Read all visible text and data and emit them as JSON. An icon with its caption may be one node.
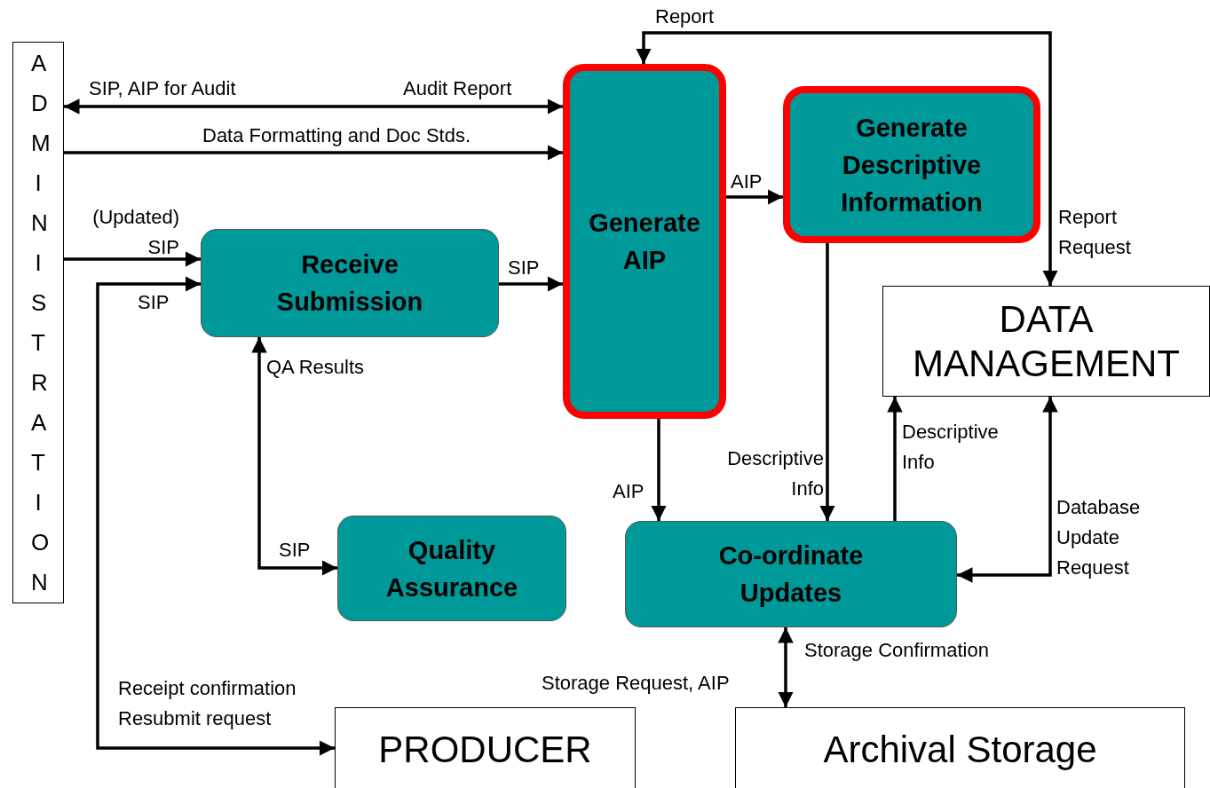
{
  "diagram": {
    "nodes": [
      {
        "text": [
          "ADMINISTRATION"
        ]
      },
      {
        "text": [
          "Generate AIP"
        ]
      },
      {
        "text": [
          "Generate Descriptive Information"
        ]
      },
      {
        "text": [
          "Receive Submission"
        ]
      },
      {
        "text": [
          "DATA MANAGEMENT"
        ]
      },
      {
        "text": [
          "Quality Assurance"
        ]
      },
      {
        "text": [
          "Co-ordinate Updates"
        ]
      },
      {
        "text": [
          "PRODUCER"
        ]
      },
      {
        "text": [
          "Archival Storage"
        ]
      }
    ],
    "edges": [
      {
        "from": 0,
        "to": 1,
        "arrow": "both",
        "label": "SIP, AIP for Audit"
      },
      {
        "from": 0,
        "to": 1,
        "arrow": "to",
        "label": "Data Formatting and Doc Stds."
      },
      {
        "from": 0,
        "to": 3,
        "arrow": "to",
        "label": "(Updated) SIP"
      },
      {
        "from": 7,
        "to": 3,
        "arrow": "both",
        "label": "SIP"
      },
      {
        "from": 3,
        "to": 1,
        "arrow": "to",
        "label": "SIP"
      },
      {
        "from": 3,
        "to": 5,
        "arrow": "both",
        "label": "SIP"
      },
      {
        "from": 1,
        "to": 2,
        "arrow": "to",
        "label": "AIP"
      },
      {
        "from": 1,
        "to": 6,
        "arrow": "to",
        "label": "AIP"
      },
      {
        "from": 2,
        "to": 6,
        "arrow": "to",
        "label": "Descriptive Info"
      },
      {
        "from": 6,
        "to": 4,
        "arrow": "to",
        "label": "Descriptive Info"
      },
      {
        "from": 4,
        "to": 6,
        "arrow": "both",
        "label": "Database Update Request"
      },
      {
        "from": 4,
        "to": 1,
        "arrow": "both",
        "label": "Report"
      },
      {
        "from": 6,
        "to": 8,
        "arrow": "both",
        "label": "Storage Confirmation"
      }
    ],
    "labels": [
      "Audit Report",
      "Report Request",
      "QA Results",
      "Storage Request, AIP",
      "Receipt confirmation",
      "Resubmit request"
    ]
  }
}
